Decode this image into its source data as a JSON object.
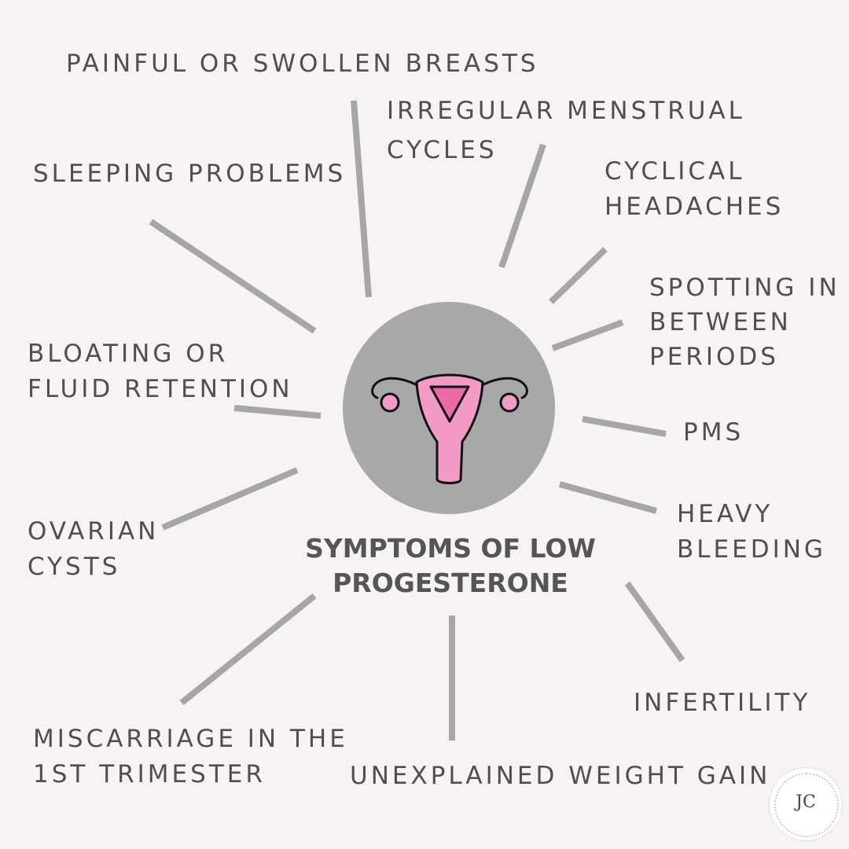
{
  "title": "SYMPTOMS OF LOW\nPROGESTERONE",
  "symptoms": [
    "PAINFUL OR SWOLLEN BREASTS",
    "IRREGULAR MENSTRUAL CYCLES",
    "SLEEPING PROBLEMS",
    "CYCLICAL\nHEADACHES",
    "SPOTTING IN\nBETWEEN\nPERIODS",
    "BLOATING OR\nFLUID RETENTION",
    "PMS",
    "HEAVY\nBLEEDING",
    "OVARIAN\nCYSTS",
    "INFERTILITY",
    "MISCARRIAGE IN THE\n1ST TRIMESTER",
    "UNEXPLAINED WEIGHT GAIN"
  ],
  "logo": {
    "text": "JC"
  },
  "icons": {
    "center": "uterus-icon"
  },
  "colors": {
    "background": "#f7f3f2",
    "spoke": "#a6a6a6",
    "circle": "#a8a8a8",
    "text": "#4f4f4f",
    "uterus_pink": "#f29bc7",
    "uterus_dark_pink": "#ec6aa8"
  }
}
